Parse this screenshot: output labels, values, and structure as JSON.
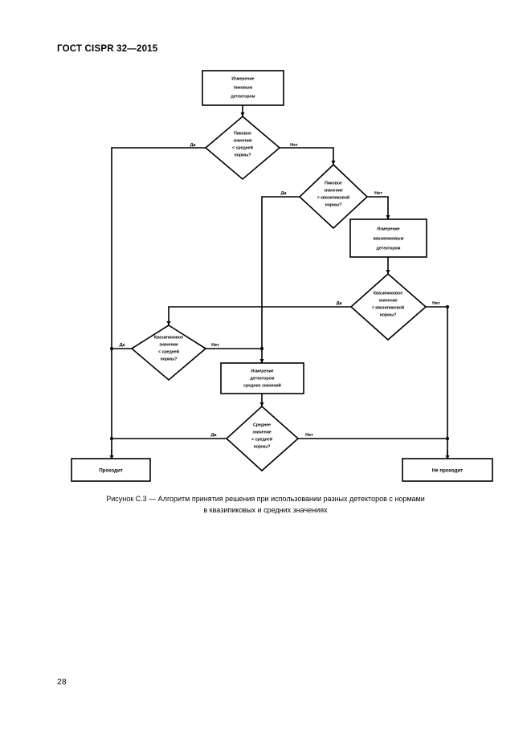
{
  "document": {
    "header": "ГОСТ CISPR 32—2015",
    "page_number": "28"
  },
  "figure": {
    "caption_line1": "Рисунок С.3 — Алгоритм принятия решения при использовании разных детекторов с нормами",
    "caption_line2": "в квазипиковых и средних значениях"
  },
  "flowchart": {
    "type": "decision-flowchart",
    "colors": {
      "stroke": "#000000",
      "fill": "#ffffff",
      "text": "#000000"
    },
    "nodes": {
      "start_peak_measure": {
        "shape": "process",
        "line1": "Измерение",
        "line2": "пиковым",
        "line3": "детектором"
      },
      "decision_peak_vs_avg": {
        "shape": "decision",
        "line1": "Пиковое",
        "line2": "значение",
        "line3": "< средней",
        "line4": "нормы?"
      },
      "decision_peak_vs_qp": {
        "shape": "decision",
        "line1": "Пиковое",
        "line2": "значение",
        "line3": "< квазипиковой",
        "line4": "нормы?"
      },
      "qp_measure": {
        "shape": "process",
        "line1": "Измерение",
        "line2": "квазипиковым",
        "line3": "детектором"
      },
      "decision_qp_vs_qp": {
        "shape": "decision",
        "line1": "Квазипиковое",
        "line2": "значение",
        "line3": "< квазипиковой",
        "line4": "нормы?"
      },
      "decision_qp_vs_avg": {
        "shape": "decision",
        "line1": "Квазипиковое",
        "line2": "значение",
        "line3": "< средней",
        "line4": "нормы?"
      },
      "avg_measure": {
        "shape": "process",
        "line1": "Измерение",
        "line2": "детектором",
        "line3": "средних значений"
      },
      "decision_avg_vs_avg": {
        "shape": "decision",
        "line1": "Среднее",
        "line2": "значение",
        "line3": "< средней",
        "line4": "нормы?"
      },
      "terminal_pass": {
        "shape": "terminal",
        "label": "Проходит"
      },
      "terminal_fail": {
        "shape": "terminal",
        "label": "Не проходит"
      }
    },
    "edge_labels": {
      "peak_avg_yes": "Да",
      "peak_avg_no": "Нет",
      "peak_qp_yes": "Да",
      "peak_qp_no": "Нет",
      "qp_qp_yes": "Да",
      "qp_qp_no": "Нет",
      "qp_avg_yes": "Да",
      "qp_avg_no": "Нет",
      "avg_avg_yes": "Да",
      "avg_avg_no": "Нет"
    }
  }
}
